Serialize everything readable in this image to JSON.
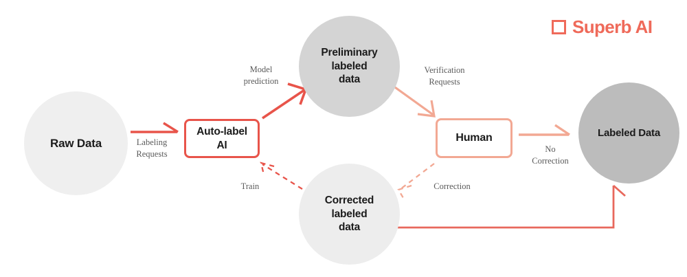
{
  "brand": {
    "mark_icon": "square-outline-icon",
    "name": "Superb AI",
    "color": "#ef6a5a"
  },
  "diagram": {
    "title": "Auto-label AI human-in-the-loop labeling workflow",
    "palette": {
      "strong_accent": "#e8544a",
      "soft_accent": "#f2a893",
      "node_light": "#efefef",
      "node_mid": "#d4d4d4",
      "node_dark": "#bcbcbc",
      "text_dark": "#1b1b1b",
      "text_muted": "#5a5a5a",
      "background": "#ffffff"
    },
    "nodes": [
      {
        "id": "raw-data",
        "label": "Raw Data",
        "shape": "circle",
        "fill": "#efefef"
      },
      {
        "id": "auto-label",
        "label": "Auto-label\nAI",
        "shape": "rounded-box",
        "border": "#e8544a",
        "fill": "#ffffff"
      },
      {
        "id": "preliminary",
        "label": "Preliminary\nlabeled\ndata",
        "shape": "circle",
        "fill": "#d4d4d4"
      },
      {
        "id": "human",
        "label": "Human",
        "shape": "rounded-box",
        "border": "#f2a893",
        "fill": "#ffffff"
      },
      {
        "id": "labeled-data",
        "label": "Labeled Data",
        "shape": "circle",
        "fill": "#bcbcbc"
      },
      {
        "id": "corrected",
        "label": "Corrected\nlabeled\ndata",
        "shape": "circle",
        "fill": "#ededed"
      }
    ],
    "edges": [
      {
        "id": "labeling-requests",
        "label": "Labeling\nRequests",
        "from": "raw-data",
        "to": "auto-label",
        "style": "solid",
        "color": "#e8544a"
      },
      {
        "id": "model-prediction",
        "label": "Model\nprediction",
        "from": "auto-label",
        "to": "preliminary",
        "style": "solid",
        "color": "#e8544a"
      },
      {
        "id": "verification",
        "label": "Verification\nRequests",
        "from": "preliminary",
        "to": "human",
        "style": "solid",
        "color": "#f2a893"
      },
      {
        "id": "no-correction",
        "label": "No\nCorrection",
        "from": "human",
        "to": "labeled-data",
        "style": "solid",
        "color": "#f2a893"
      },
      {
        "id": "correction",
        "label": "Correction",
        "from": "human",
        "to": "corrected",
        "style": "dashed",
        "color": "#f2a893"
      },
      {
        "id": "train",
        "label": "Train",
        "from": "corrected",
        "to": "auto-label",
        "style": "dashed",
        "color": "#e8544a"
      },
      {
        "id": "corrected-output",
        "label": "",
        "from": "corrected",
        "to": "labeled-data",
        "style": "solid",
        "color": "#e8685c"
      }
    ]
  }
}
